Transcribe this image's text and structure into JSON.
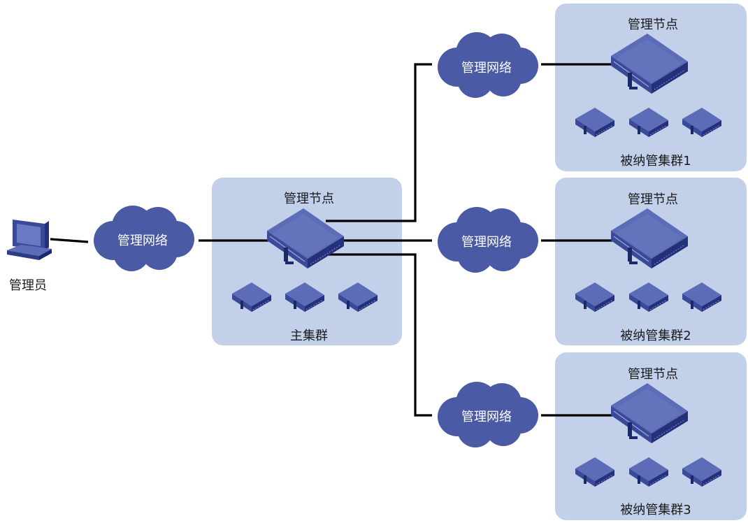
{
  "admin": {
    "label": "管理员"
  },
  "networks": {
    "admin_network": "管理网络",
    "cluster1_network": "管理网络",
    "cluster2_network": "管理网络",
    "cluster3_network": "管理网络"
  },
  "main_cluster": {
    "node_label": "管理节点",
    "name": "主集群"
  },
  "managed_clusters": [
    {
      "node_label": "管理节点",
      "name": "被纳管集群1"
    },
    {
      "node_label": "管理节点",
      "name": "被纳管集群2"
    },
    {
      "node_label": "管理节点",
      "name": "被纳管集群3"
    }
  ],
  "colors": {
    "panel": "#c2d0ea",
    "cloud": "#4a5aa4",
    "device_top": "#5c6cb6",
    "device_side": "#2e3c86",
    "wire": "#000000"
  }
}
